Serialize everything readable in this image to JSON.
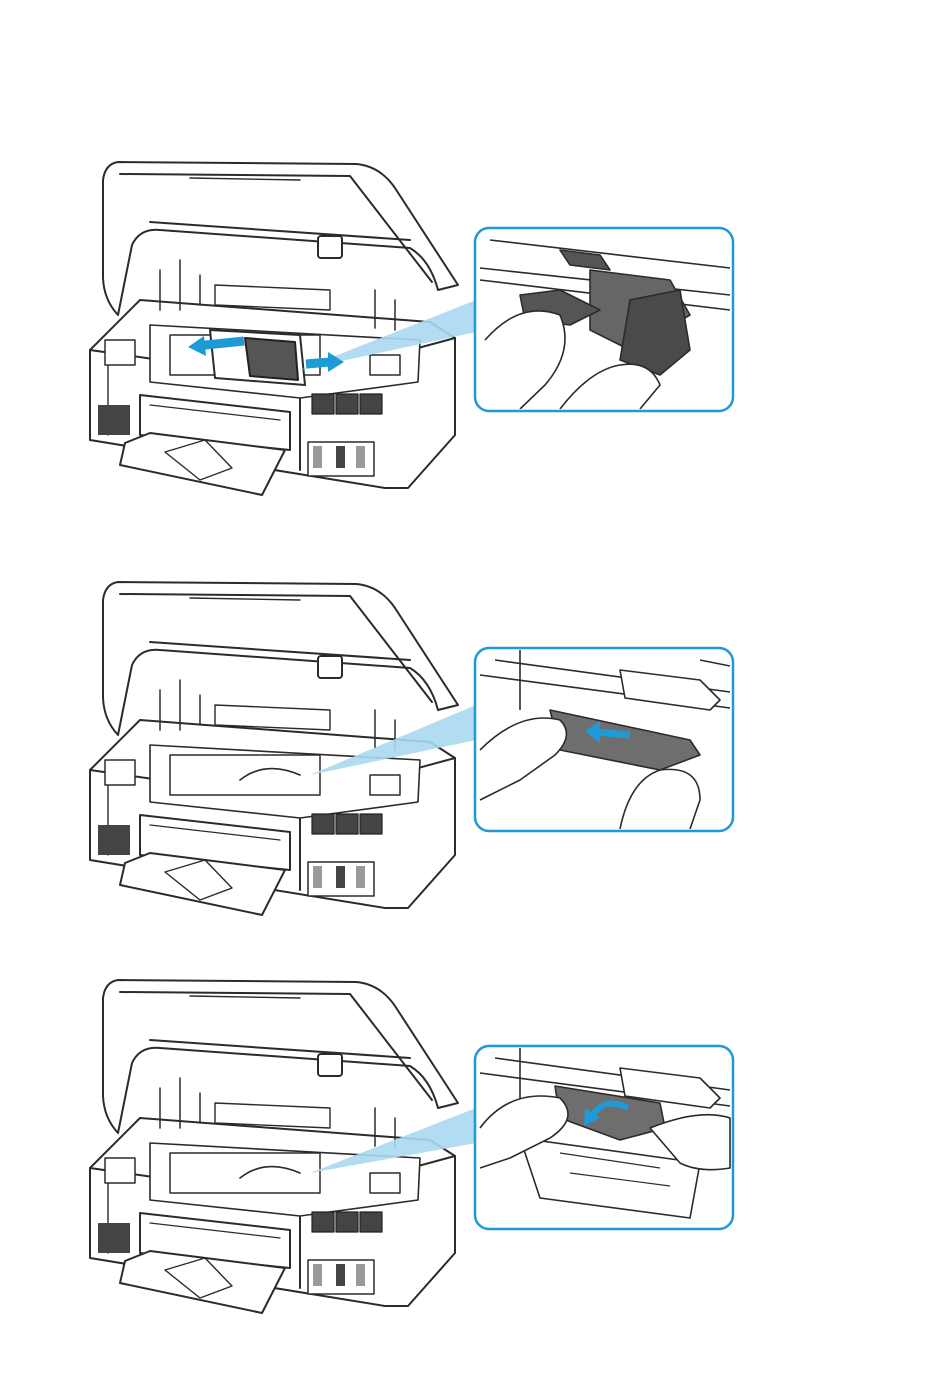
{
  "page": {
    "kind": "printer manual illustrations"
  },
  "colors": {
    "line": "#2b2b2b",
    "accent": "#1e9bd7",
    "dark": "#555555",
    "gray": "#9a9a9a",
    "paper": "#6e6e6e"
  },
  "steps": [
    {
      "id": "step-1",
      "icon": "move-print-head-holder"
    },
    {
      "id": "step-2",
      "icon": "pull-jammed-paper"
    },
    {
      "id": "step-3",
      "icon": "remove-paper-under-holder"
    }
  ]
}
